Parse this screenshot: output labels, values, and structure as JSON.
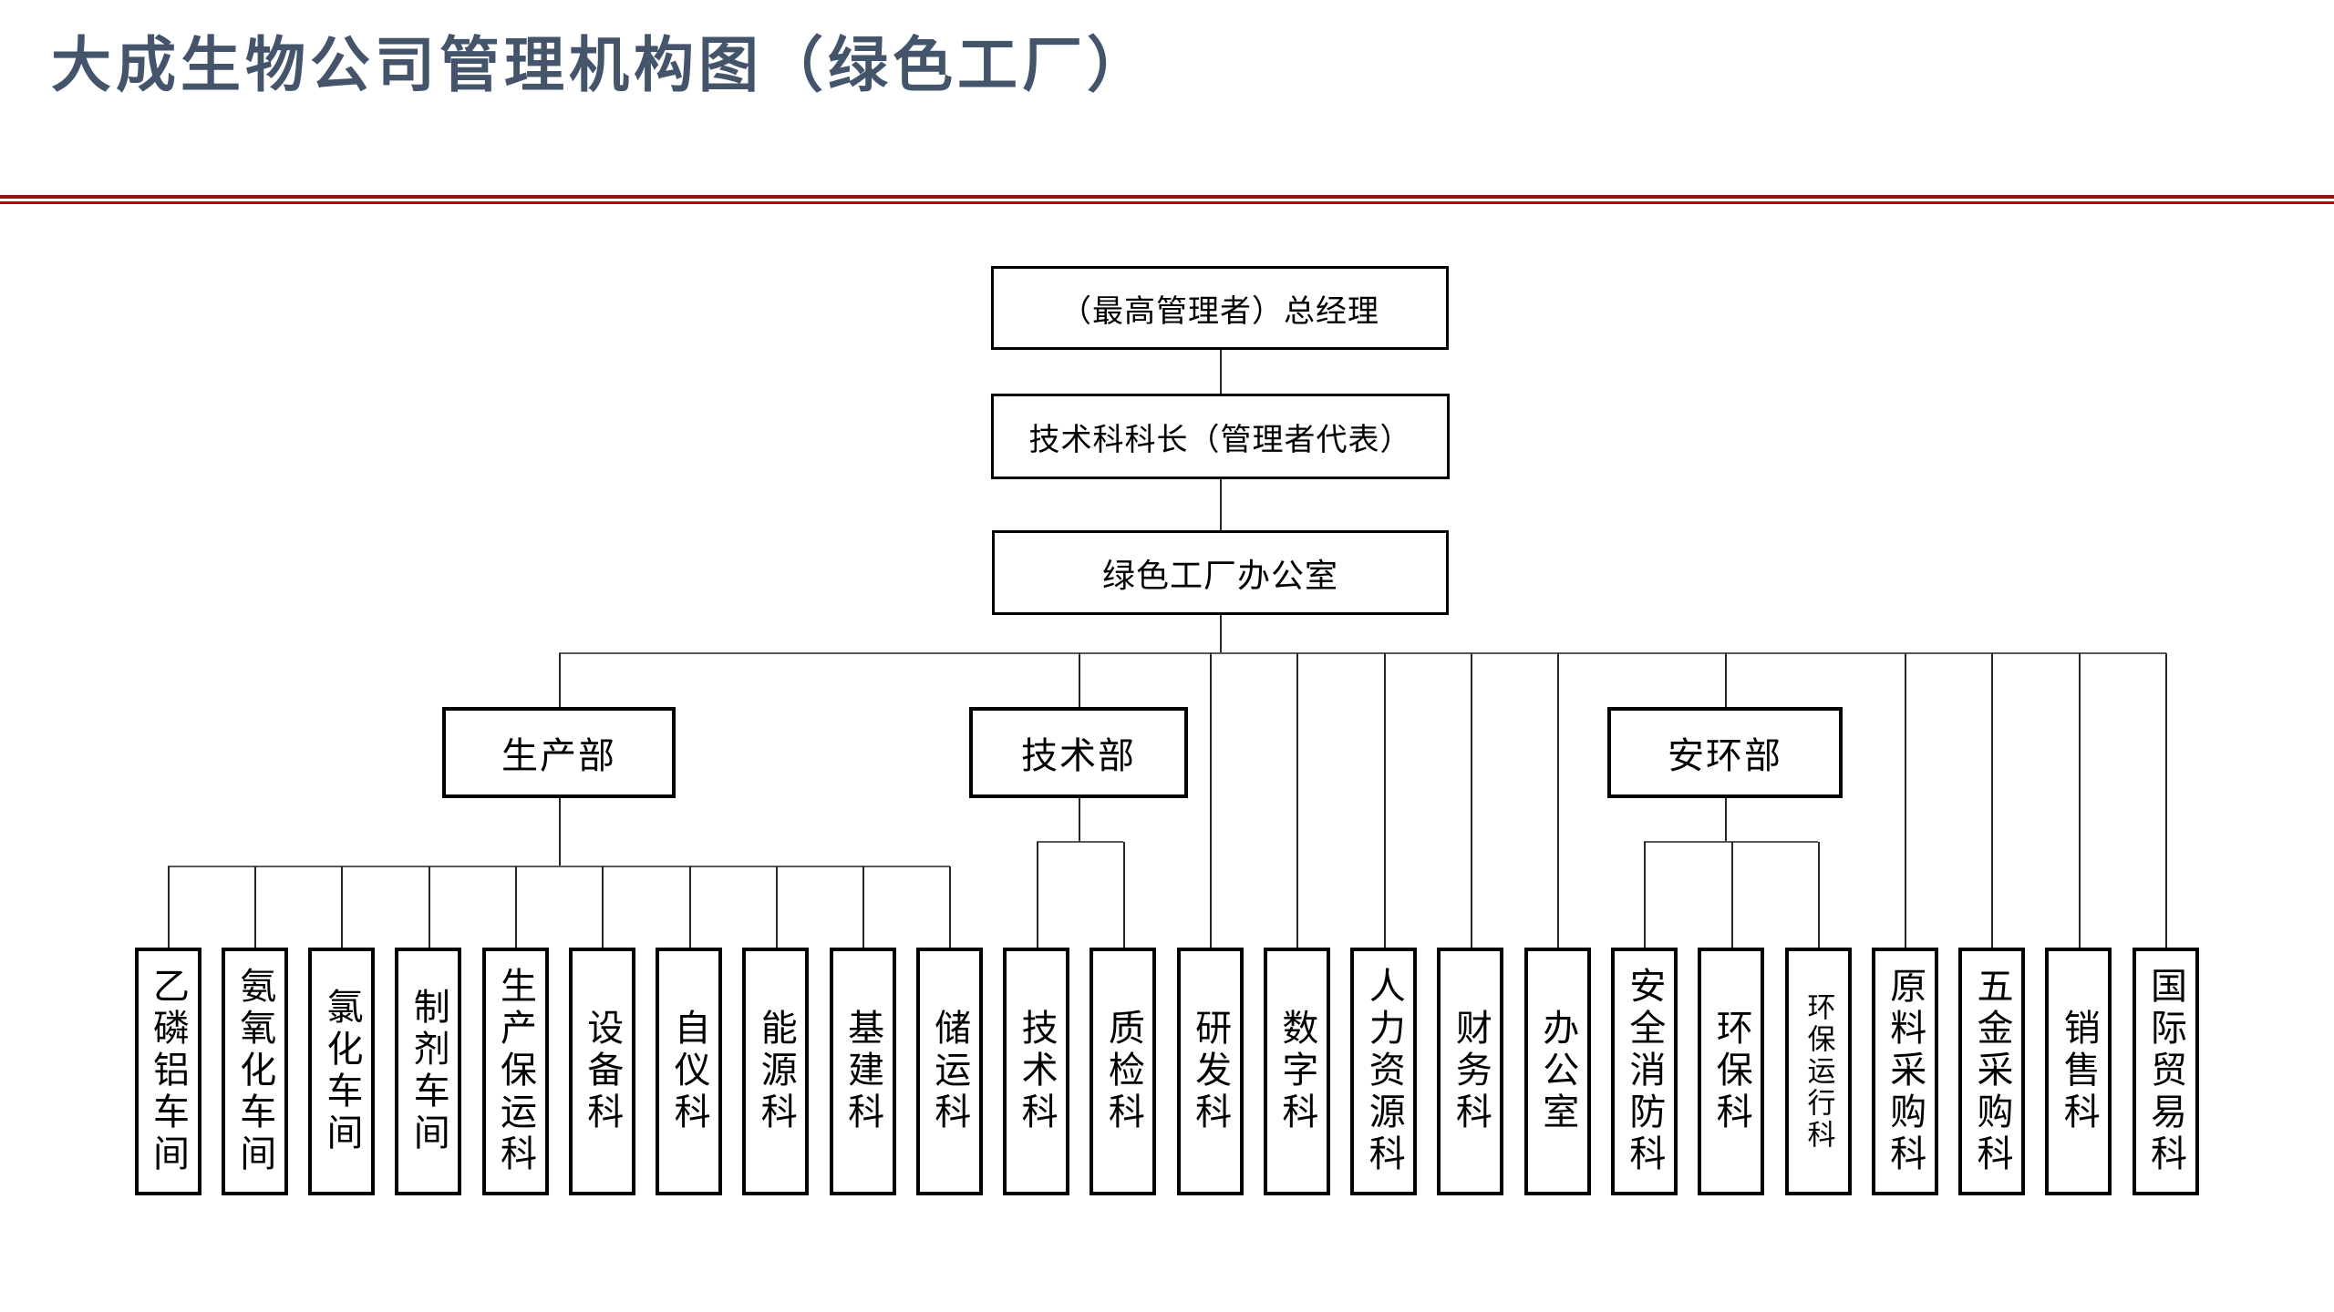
{
  "title": "大成生物公司管理机构图（绿色工厂）",
  "colors": {
    "title_text": "#44546A",
    "separator_dark_red": "#9E0E10",
    "separator_bright_red": "#C00000",
    "box_border": "#000000",
    "connector": "#595959",
    "background": "#FFFFFF"
  },
  "hierarchy": {
    "top": {
      "label": "（最高管理者）总经理"
    },
    "representative": {
      "label": "技术科科长（管理者代表）"
    },
    "office": {
      "label": "绿色工厂办公室"
    },
    "departments": [
      {
        "label": "生产部",
        "children": [
          "乙磷铝车间",
          "氨氧化车间",
          "氯化车间",
          "制剂车间",
          "生产保运科",
          "设备科",
          "自仪科",
          "能源科",
          "基建科",
          "储运科"
        ]
      },
      {
        "label": "技术部",
        "children": [
          "技术科",
          "质检科"
        ]
      },
      {
        "label": "安环部",
        "children": [
          "安全消防科",
          "环保科",
          "环保运行科"
        ]
      }
    ],
    "office_direct_children": [
      "研发科",
      "数字科",
      "人力资源科",
      "财务科",
      "办公室",
      "原料采购科",
      "五金采购科",
      "销售科",
      "国际贸易科"
    ]
  },
  "bottom_units": [
    {
      "label": "乙磷铝车间"
    },
    {
      "label": "氨氧化车间"
    },
    {
      "label": "氯化车间"
    },
    {
      "label": "制剂车间"
    },
    {
      "label": "生产保运科"
    },
    {
      "label": "设备科"
    },
    {
      "label": "自仪科"
    },
    {
      "label": "能源科"
    },
    {
      "label": "基建科"
    },
    {
      "label": "储运科"
    },
    {
      "label": "技术科"
    },
    {
      "label": "质检科"
    },
    {
      "label": "研发科"
    },
    {
      "label": "数字科"
    },
    {
      "label": "人力资源科"
    },
    {
      "label": "财务科"
    },
    {
      "label": "办公室"
    },
    {
      "label": "安全消防科"
    },
    {
      "label": "环保科"
    },
    {
      "label": "环保运行科"
    },
    {
      "label": "原料采购科"
    },
    {
      "label": "五金采购科"
    },
    {
      "label": "销售科"
    },
    {
      "label": "国际贸易科"
    }
  ]
}
